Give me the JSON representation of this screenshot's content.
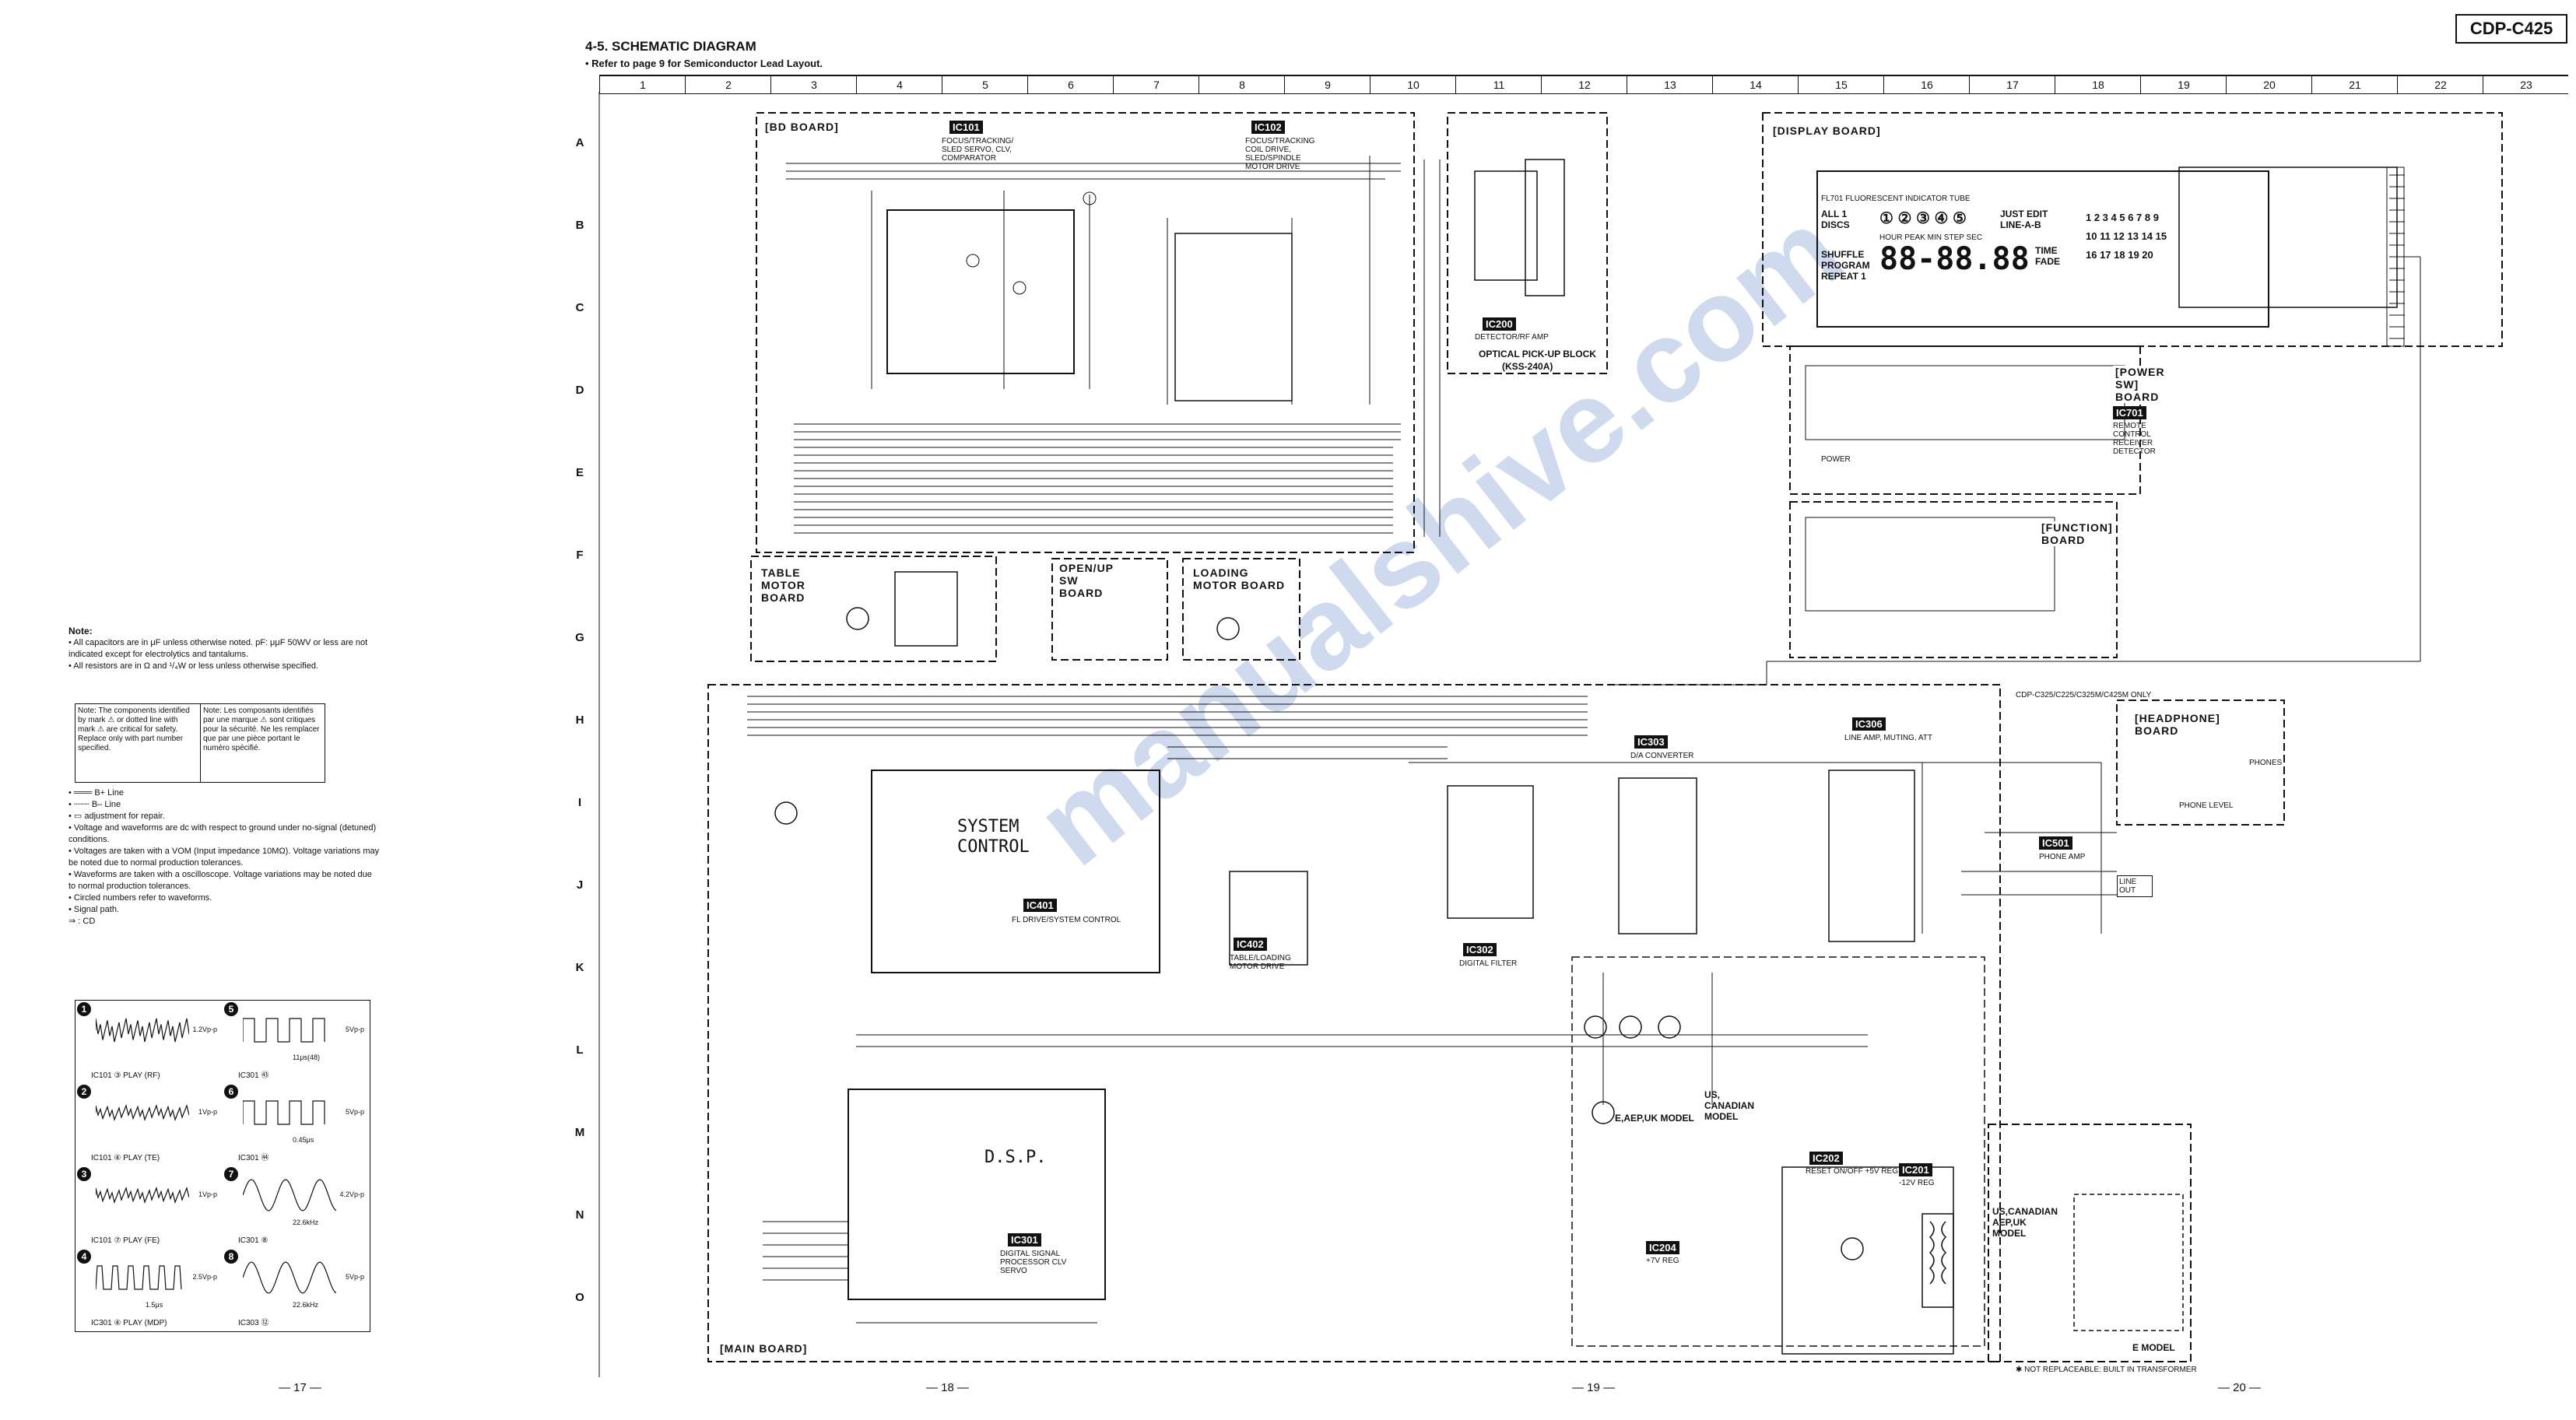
{
  "header": {
    "section_title": "4-5. SCHEMATIC DIAGRAM",
    "subtitle": "• Refer to page 9 for Semiconductor Lead Layout.",
    "model": "CDP-C425"
  },
  "grid": {
    "columns": [
      "1",
      "2",
      "3",
      "4",
      "5",
      "6",
      "7",
      "8",
      "9",
      "10",
      "11",
      "12",
      "13",
      "14",
      "15",
      "16",
      "17",
      "18",
      "19",
      "20",
      "21",
      "22",
      "23"
    ],
    "rows": [
      "A",
      "B",
      "C",
      "D",
      "E",
      "F",
      "G",
      "H",
      "I",
      "J",
      "K",
      "L",
      "M",
      "N",
      "O"
    ]
  },
  "boards": {
    "bd": "[BD BOARD]",
    "optical": "OPTICAL PICK-UP BLOCK",
    "optical_sub": "(KSS-240A)",
    "display": "[DISPLAY BOARD]",
    "power_sw": "[POWER SW] BOARD",
    "function": "[FUNCTION] BOARD",
    "table_motor": "TABLE MOTOR BOARD",
    "open_up": "OPEN/UP SW BOARD",
    "loading_motor": "LOADING MOTOR BOARD",
    "main": "[MAIN BOARD]",
    "headphone": "[HEADPHONE] BOARD",
    "e_model": "E MODEL",
    "us_canadian_left": "E,AEP,UK MODEL",
    "us_canadian_right": "US, CANADIAN MODEL",
    "us_aep": "US,CANADIAN AEP,UK MODEL"
  },
  "ics": {
    "ic101": "IC101",
    "ic101_desc": "FOCUS/TRACKING/ SLED SERVO, CLV, COMPARATOR",
    "ic102": "IC102",
    "ic102_desc": "FOCUS/TRACKING COIL DRIVE, SLED/SPINDLE MOTOR DRIVE",
    "ic200": "IC200",
    "ic200_desc": "DETECTOR/RF AMP",
    "ic701": "IC701",
    "ic701_desc": "REMOTE CONTROL RECEIVER DETECTOR",
    "ic401": "IC401",
    "ic401_desc": "FL DRIVE/SYSTEM CONTROL",
    "ic402": "IC402",
    "ic402_desc": "TABLE/LOADING MOTOR DRIVE",
    "ic301": "IC301",
    "ic301_desc": "DIGITAL SIGNAL PROCESSOR CLV SERVO",
    "ic302": "IC302",
    "ic302_desc": "DIGITAL FILTER",
    "ic303": "IC303",
    "ic303_desc": "D/A CONVERTER",
    "ic306": "IC306",
    "ic306_desc": "LINE AMP, MUTING, ATT",
    "ic501": "IC501",
    "ic501_desc": "PHONE AMP",
    "ic202": "IC202",
    "ic202_desc": "RESET ON/OFF +5V REG",
    "ic201": "IC201",
    "ic201_desc": "-12V REG",
    "ic204": "IC204",
    "ic204_desc": "+7V REG"
  },
  "labels": {
    "system_control": "SYSTEM CONTROL",
    "dsp": "D.S.P.",
    "line_out": "LINE OUT",
    "phones": "PHONES",
    "phone_level": "PHONE LEVEL",
    "power": "POWER",
    "transformer_note": "✱ NOT REPLACEABLE: BUILT IN TRANSFORMER",
    "cdp_only": "CDP-C325/C225/C325M/C425M ONLY",
    "display_digits": "88-88.88",
    "display_discs": "ALL 1 DISCS",
    "display_shuffle": "SHUFFLE PROGRAM REPEAT 1",
    "display_edit": "JUST EDIT LINE-A-B",
    "display_hour": "HOUR  PEAK  MIN  STEP  SEC",
    "display_time": "TIME FADE",
    "display_cal": "1 2 3 4 5 6 7 8 9 10 11 12 13 14 15 16 17 18 19 20",
    "fl_tube": "FL701 FLUORESCENT INDICATOR TUBE"
  },
  "notes": {
    "title": "Note:",
    "lines": [
      "• All capacitors are in μF unless otherwise noted. pF: μμF 50WV or less are not indicated except for electrolytics and tantalums.",
      "• All resistors are in Ω and ¹/₄W or less unless otherwise specified."
    ],
    "caution_en": "Note: The components identified by mark ⚠ or dotted line with mark ⚠ are critical for safety. Replace only with part number specified.",
    "caution_fr": "Note: Les composants identifiés par une marque ⚠ sont critiques pour la sécurité. Ne les remplacer que par une pièce portant le numéro spécifié.",
    "legend": [
      "•  ═══  B+ Line",
      "•  ┄┄┄  B– Line",
      "•  ▭  adjustment for repair.",
      "• Voltage and waveforms are dc with respect to ground under no-signal (detuned) conditions.",
      "• Voltages are taken with a VOM (Input impedance 10MΩ). Voltage variations may be noted due to normal production tolerances.",
      "• Waveforms are taken with a oscilloscope. Voltage variations may be noted due to normal production tolerances.",
      "• Circled numbers refer to waveforms.",
      "• Signal path.",
      "    ⇒ : CD"
    ]
  },
  "waveforms": [
    {
      "num": "1",
      "caption": "IC101 ③ PLAY (RF)",
      "level": "1.2Vp-p",
      "period": ""
    },
    {
      "num": "5",
      "caption": "IC301 ㊸",
      "level": "5Vp-p",
      "period": "11μs(48)"
    },
    {
      "num": "2",
      "caption": "IC101 ④ PLAY (TE)",
      "level": "1Vp-p",
      "period": ""
    },
    {
      "num": "6",
      "caption": "IC301 ㊹",
      "level": "5Vp-p",
      "period": "0.45μs"
    },
    {
      "num": "3",
      "caption": "IC101 ⑦ PLAY (FE)",
      "level": "1Vp-p",
      "period": ""
    },
    {
      "num": "7",
      "caption": "IC301 ⑧",
      "level": "4.2Vp-p",
      "period": "22.6kHz"
    },
    {
      "num": "4",
      "caption": "IC301 ④ PLAY (MDP)",
      "level": "2.5Vp-p",
      "period": "1.5μs"
    },
    {
      "num": "8",
      "caption": "IC303 ⑫",
      "level": "5Vp-p",
      "period": "22.6kHz"
    }
  ],
  "pages": [
    "— 17 —",
    "— 18 —",
    "— 19 —",
    "— 20 —"
  ],
  "watermark": "manualshive.com"
}
